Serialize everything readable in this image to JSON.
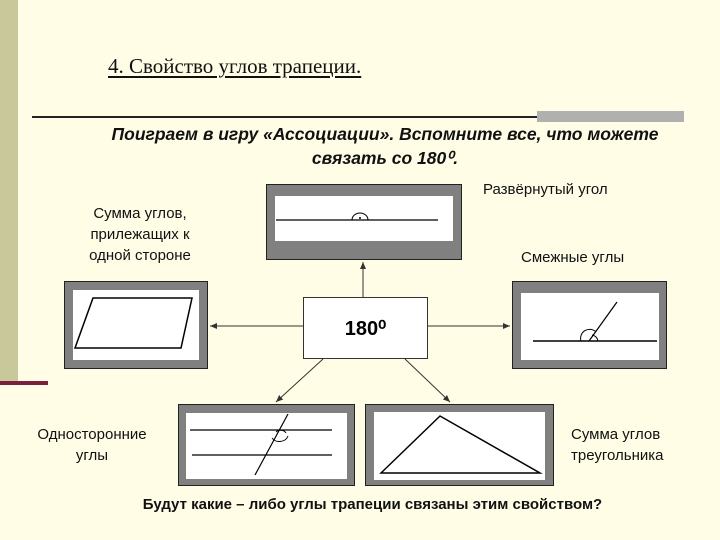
{
  "slide": {
    "title": "4. Свойство углов трапеции.",
    "intro": "Поиграем в игру «Ассоциации». Вспомните все, что можете связать со 180⁰.",
    "center_label": "180⁰",
    "footer": "Будут какие – либо углы трапеции связаны этим свойством?"
  },
  "labels": {
    "straight_angle": "Развёрнутый угол",
    "same_side_sum": "Сумма углов, прилежащих к одной стороне",
    "adjacent_angles": "Смежные углы",
    "co_interior_angles": "Односторонние углы",
    "triangle_sum": "Сумма углов треугольника"
  },
  "colors": {
    "background": "#fffde6",
    "frame": "#808080",
    "accent_bar": "#c8c89a",
    "accent_base": "#7a1f3c"
  }
}
